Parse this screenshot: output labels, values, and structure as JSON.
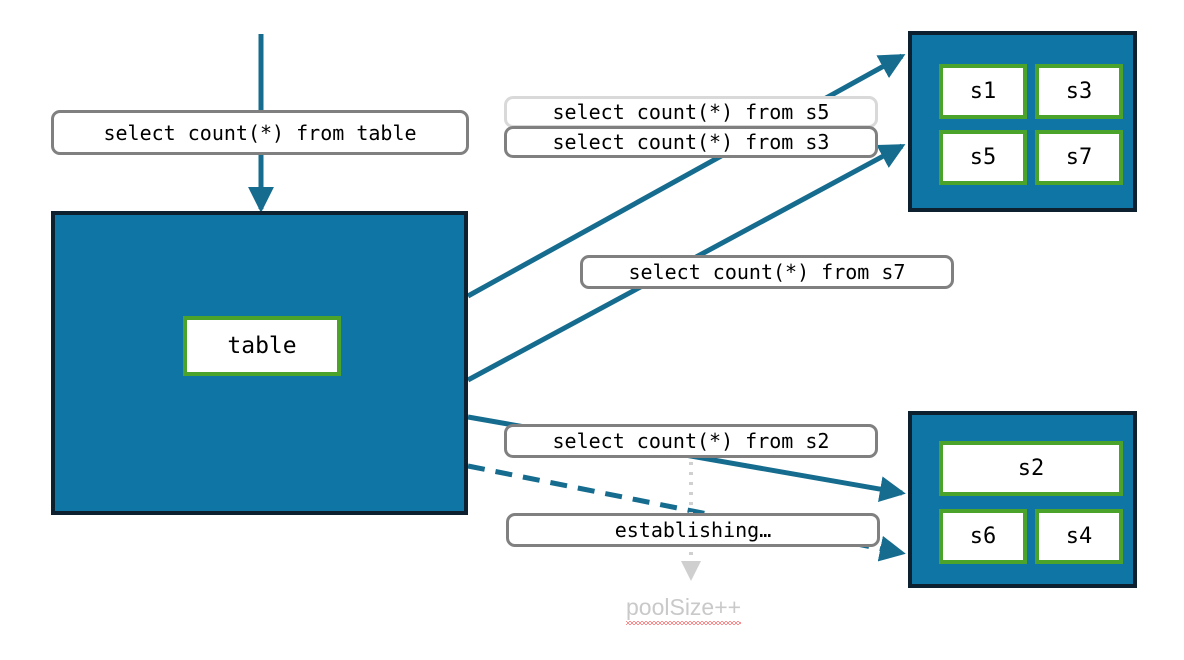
{
  "diagram": {
    "title": "Connection pool sharding query diagram",
    "colors": {
      "node_fill": "#0F75A4",
      "node_border": "#0C2030",
      "shard_border": "#4CA32B",
      "shard_fill": "#ffffff",
      "edge": "#156C8E",
      "pill_border": "#808080",
      "pill_border_light": "#D9D9D9",
      "annotation_text": "#C9C9C9",
      "spellcheck_underline": "#ff1a1a",
      "dotted_guide": "#D0D0D0"
    }
  },
  "source": {
    "inbound_label": "select count(*) from table",
    "table_cell": "table"
  },
  "labels": {
    "query_s5": "select count(*) from s5",
    "query_s3": "select count(*) from s3",
    "query_s7": "select count(*) from s7",
    "query_s2": "select count(*) from s2",
    "establishing": "establishing…"
  },
  "annotations": {
    "pool_size": "poolSize++"
  },
  "nodes": [
    {
      "id": "node-top",
      "shards": [
        {
          "id": "s1",
          "label": "s1"
        },
        {
          "id": "s3",
          "label": "s3"
        },
        {
          "id": "s5",
          "label": "s5"
        },
        {
          "id": "s7",
          "label": "s7"
        }
      ]
    },
    {
      "id": "node-bottom",
      "shards": [
        {
          "id": "s2",
          "label": "s2"
        },
        {
          "id": "s6",
          "label": "s6"
        },
        {
          "id": "s4",
          "label": "s4"
        }
      ]
    }
  ]
}
